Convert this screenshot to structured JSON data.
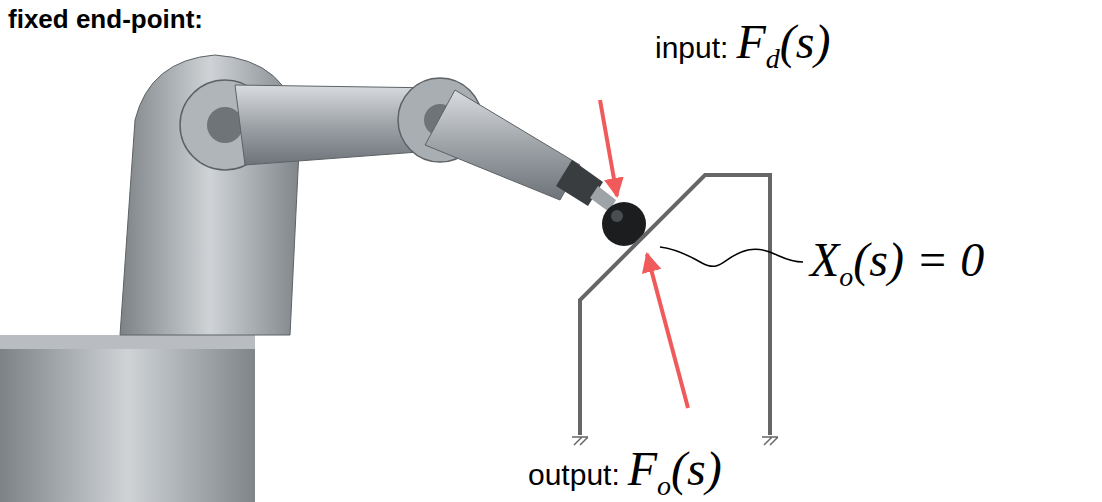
{
  "diagram": {
    "title": "fixed end-point:",
    "labels": [
      "input:",
      "F",
      "d",
      "(s)",
      "X",
      "o",
      "(s) = 0",
      "output:",
      "F",
      "o",
      "(s)"
    ]
  }
}
